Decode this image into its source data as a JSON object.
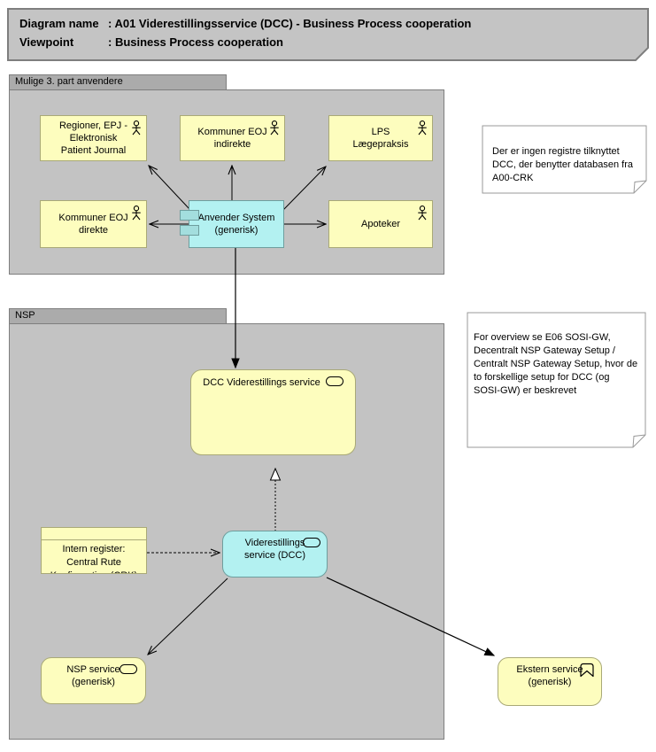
{
  "title_note": {
    "rows": [
      {
        "label": "Diagram name",
        "value": ": A01 Viderestillingsservice (DCC) - Business Process cooperation"
      },
      {
        "label": "Viewpoint",
        "value": ": Business Process cooperation"
      }
    ]
  },
  "groups": {
    "third_party": {
      "label": "Mulige 3. part anvendere"
    },
    "nsp": {
      "label": "NSP"
    }
  },
  "nodes": {
    "regioner": {
      "label": "Regioner, EPJ -\nElektronisk\nPatient Journal",
      "type": "business-actor"
    },
    "kommuner_indirekte": {
      "label": "Kommuner EOJ\nindirekte",
      "type": "business-actor"
    },
    "lps": {
      "label": "LPS\nLægepraksis",
      "type": "business-actor"
    },
    "kommuner_direkte": {
      "label": "Kommuner EOJ\ndirekte",
      "type": "business-actor"
    },
    "apoteker": {
      "label": "Apoteker",
      "type": "business-actor"
    },
    "anvender_system": {
      "label": "Anvender System\n(generisk)",
      "type": "component"
    },
    "dcc_service": {
      "label": "DCC Viderestillings service",
      "type": "service"
    },
    "viderestillings_dcc": {
      "label": "Viderestillings\nservice (DCC)",
      "type": "service"
    },
    "intern_register": {
      "label": "Intern register:\nCentral Rute\nKonfiguration (CRK)",
      "type": "data-object"
    },
    "nsp_service": {
      "label": "NSP service\n(generisk)",
      "type": "service"
    },
    "ekstern_service": {
      "label": "Ekstern service\n(generisk)",
      "type": "service-external"
    }
  },
  "notes": {
    "crk_note": {
      "text": "Der er ingen registre tilknyttet\nDCC, der benytter databasen fra\nA00-CRK"
    },
    "overview_note": {
      "text": "For overview se E06 SOSI-GW,\nDecentralt NSP Gateway Setup /\nCentralt NSP Gateway Setup, hvor de\nto forskellige setup for DCC (og\nSOSI-GW) er beskrevet"
    }
  },
  "colors": {
    "business_yellow": "#fdfdbe",
    "yellow_border": "#a9a977",
    "application_cyan": "#b3f1f1",
    "cyan_border": "#6e9e9e",
    "group_gray": "#c3c3c3",
    "group_tab_gray": "#ababab",
    "group_border": "#7e7e7e",
    "note_white": "#ffffff",
    "line_black": "#000000"
  }
}
